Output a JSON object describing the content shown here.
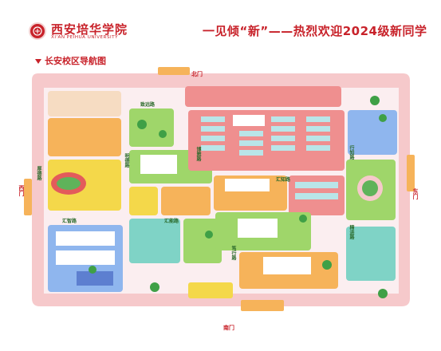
{
  "header": {
    "school_name": "西安培华学院",
    "school_name_en": "XI'AN PEIHUA UNIVERSITY",
    "slogan": "一见倾“新”——热烈欢迎2024级新同学"
  },
  "map": {
    "title": "长安校区导航图",
    "gates": {
      "north": "北门",
      "south": "南门",
      "east": "东门",
      "west": "西门"
    },
    "roads": [
      "致远路",
      "明德路",
      "汇智路",
      "博雅路",
      "厚德路",
      "汇能路",
      "汇知路",
      "行知路",
      "精进路",
      "笃行路"
    ]
  },
  "colors": {
    "brand_red": "#c8222a",
    "outer_path": "#f6c9cb",
    "zone_red": "#ef8f8f",
    "zone_green": "#9fd66a",
    "zone_orange": "#f6b35a",
    "zone_blue": "#8fb6ee",
    "zone_yellow": "#f4d84a",
    "zone_teal": "#7fd3c6"
  }
}
